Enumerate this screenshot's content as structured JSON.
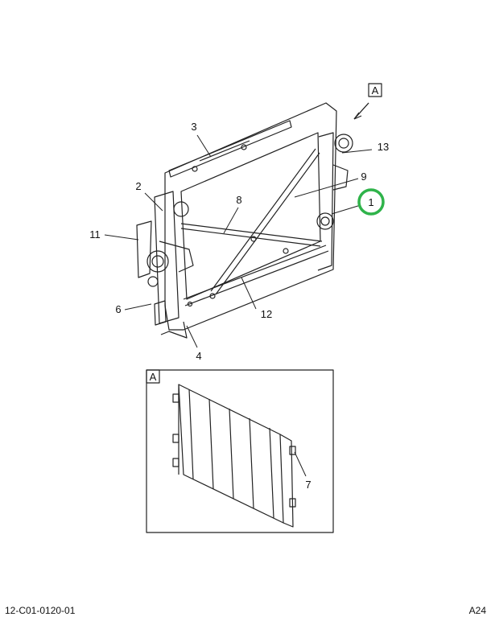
{
  "figure": {
    "figure_id": "12-C01-0120-01",
    "page_code": "A24",
    "view_reference": "A",
    "inset_label": "A",
    "highlight_color": "#2fb34a",
    "highlighted_callout": "1",
    "callouts": [
      "1",
      "2",
      "3",
      "4",
      "6",
      "7",
      "8",
      "9",
      "11",
      "12",
      "13"
    ]
  }
}
